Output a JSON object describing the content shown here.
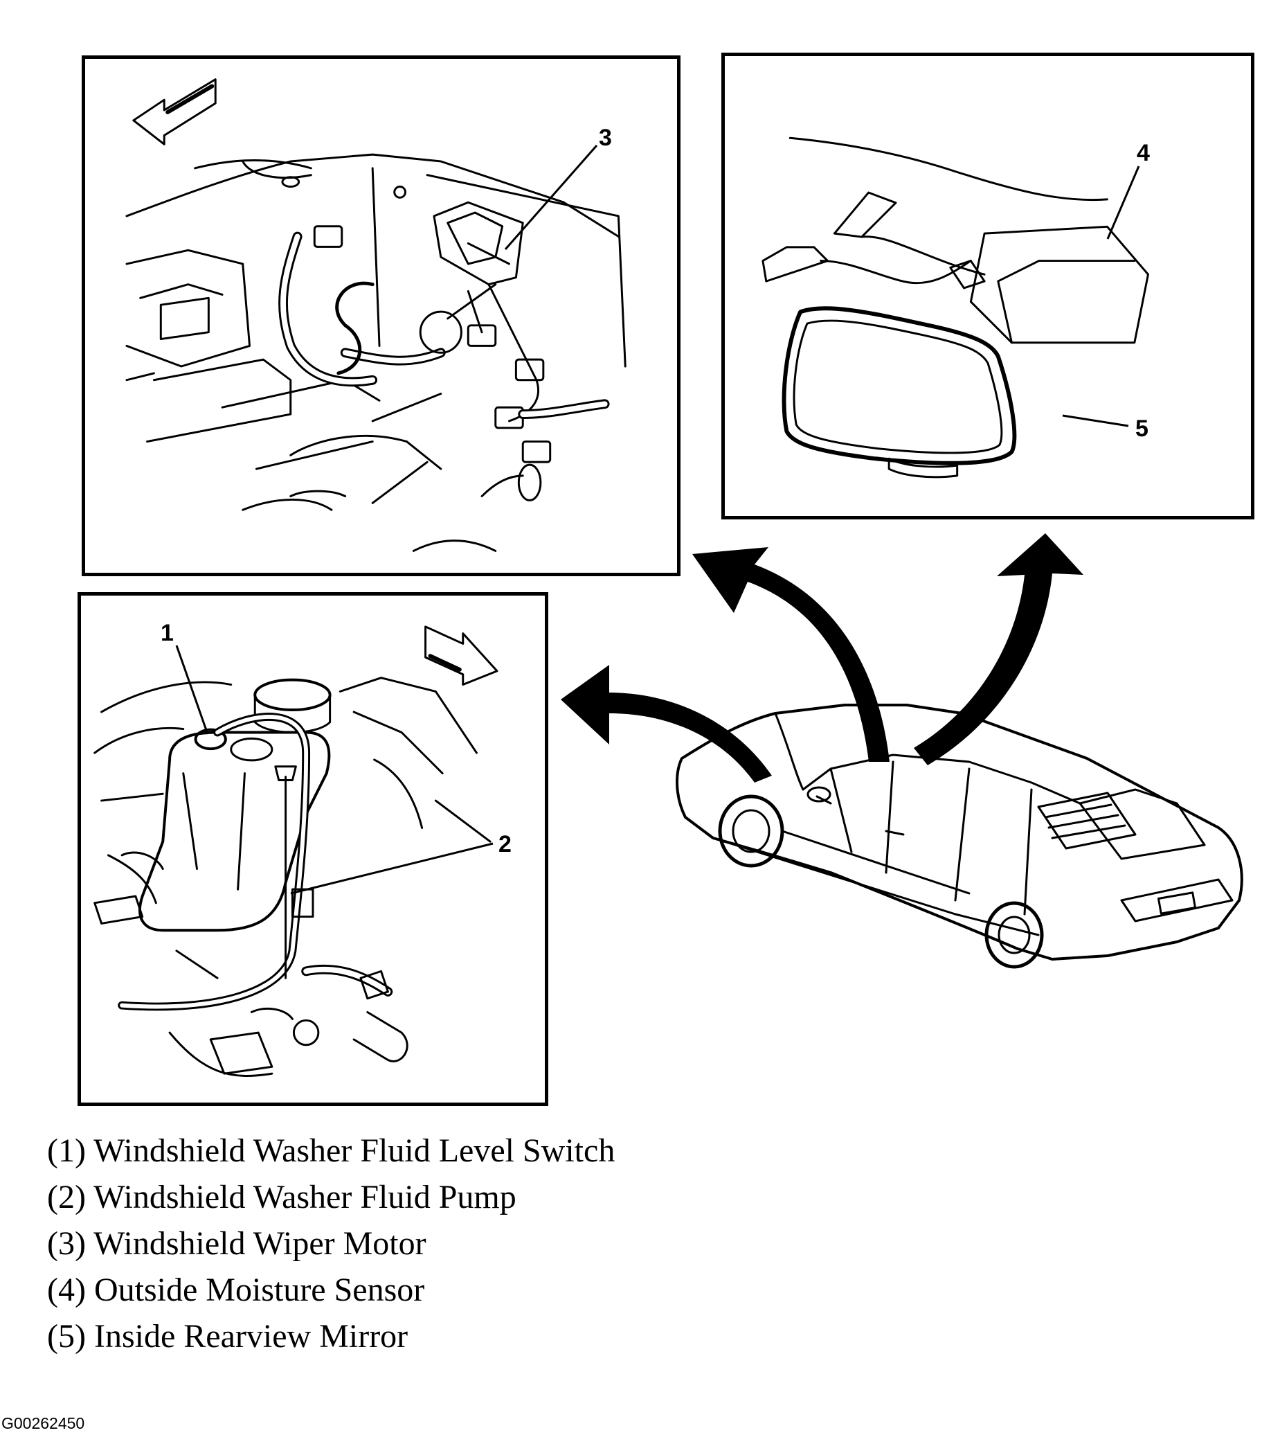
{
  "callouts": {
    "c1": "1",
    "c2": "2",
    "c3": "3",
    "c4": "4",
    "c5": "5"
  },
  "legend": [
    "(1) Windshield Washer Fluid Level Switch",
    "(2) Windshield Washer Fluid Pump",
    "(3) Windshield Wiper Motor",
    "(4) Outside Moisture Sensor",
    "(5) Inside Rearview Mirror"
  ],
  "figure_code": "G00262450",
  "colors": {
    "ink": "#000000",
    "paper": "#ffffff"
  },
  "icons": [
    "direction-arrow-icon",
    "callout-arrow-icon"
  ]
}
